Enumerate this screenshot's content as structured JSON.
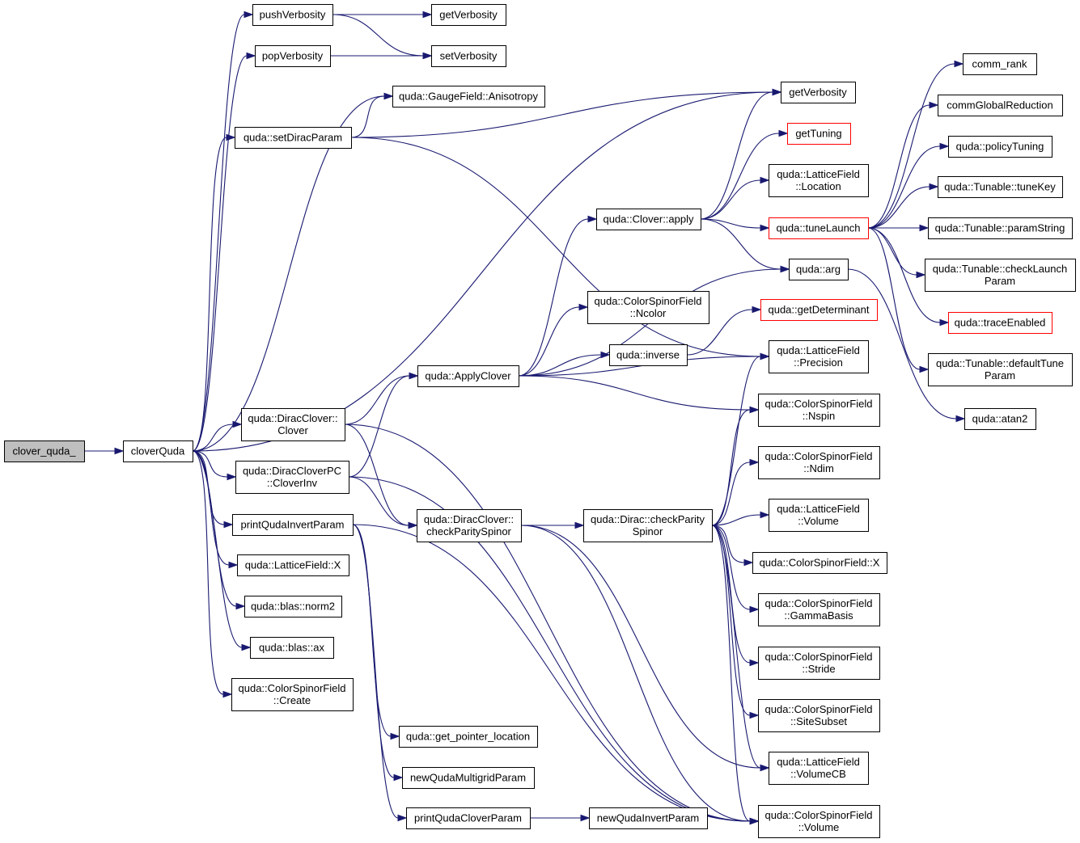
{
  "graph": {
    "colors": {
      "edge": "#191970",
      "node_border": "#000000",
      "node_border_truncated": "#ff0000",
      "root_fill": "#bfbfbf",
      "node_fill": "#ffffff"
    },
    "nodes": [
      {
        "id": "clover_quda_",
        "lines": [
          "clover_quda_"
        ],
        "root": true
      },
      {
        "id": "cloverQuda",
        "lines": [
          "cloverQuda"
        ]
      },
      {
        "id": "pushVerbosity",
        "lines": [
          "pushVerbosity"
        ]
      },
      {
        "id": "popVerbosity",
        "lines": [
          "popVerbosity"
        ]
      },
      {
        "id": "getVerbosity_a",
        "lines": [
          "getVerbosity"
        ]
      },
      {
        "id": "setVerbosity",
        "lines": [
          "setVerbosity"
        ]
      },
      {
        "id": "gf_anisotropy",
        "lines": [
          "quda::GaugeField::Anisotropy"
        ]
      },
      {
        "id": "setDiracParam",
        "lines": [
          "quda::setDiracParam"
        ]
      },
      {
        "id": "getVerbosity_b",
        "lines": [
          "getVerbosity"
        ]
      },
      {
        "id": "getTuning",
        "lines": [
          "getTuning"
        ],
        "red": true
      },
      {
        "id": "lf_location",
        "lines": [
          "quda::LatticeField",
          "::Location"
        ]
      },
      {
        "id": "clover_apply",
        "lines": [
          "quda::Clover::apply"
        ]
      },
      {
        "id": "tuneLaunch",
        "lines": [
          "quda::tuneLaunch"
        ],
        "red": true
      },
      {
        "id": "arg",
        "lines": [
          "quda::arg"
        ]
      },
      {
        "id": "csf_ncolor",
        "lines": [
          "quda::ColorSpinorField",
          "::Ncolor"
        ]
      },
      {
        "id": "getDeterminant",
        "lines": [
          "quda::getDeterminant"
        ],
        "red": true
      },
      {
        "id": "inverse",
        "lines": [
          "quda::inverse"
        ]
      },
      {
        "id": "lf_precision",
        "lines": [
          "quda::LatticeField",
          "::Precision"
        ]
      },
      {
        "id": "applyClover",
        "lines": [
          "quda::ApplyClover"
        ]
      },
      {
        "id": "csf_nspin",
        "lines": [
          "quda::ColorSpinorField",
          "::Nspin"
        ]
      },
      {
        "id": "diracClover",
        "lines": [
          "quda::DiracClover::",
          "Clover"
        ]
      },
      {
        "id": "diracCloverPC",
        "lines": [
          "quda::DiracCloverPC",
          "::CloverInv"
        ]
      },
      {
        "id": "csf_ndim",
        "lines": [
          "quda::ColorSpinorField",
          "::Ndim"
        ]
      },
      {
        "id": "printQudaInvertParam",
        "lines": [
          "printQudaInvertParam"
        ]
      },
      {
        "id": "dc_checkParity",
        "lines": [
          "quda::DiracClover::",
          "checkParitySpinor"
        ]
      },
      {
        "id": "dirac_checkParity",
        "lines": [
          "quda::Dirac::checkParity",
          "Spinor"
        ]
      },
      {
        "id": "lf_volume",
        "lines": [
          "quda::LatticeField",
          "::Volume"
        ]
      },
      {
        "id": "lf_x",
        "lines": [
          "quda::LatticeField::X"
        ]
      },
      {
        "id": "csf_x",
        "lines": [
          "quda::ColorSpinorField::X"
        ]
      },
      {
        "id": "norm2",
        "lines": [
          "quda::blas::norm2"
        ]
      },
      {
        "id": "csf_gammabasis",
        "lines": [
          "quda::ColorSpinorField",
          "::GammaBasis"
        ]
      },
      {
        "id": "blas_ax",
        "lines": [
          "quda::blas::ax"
        ]
      },
      {
        "id": "csf_stride",
        "lines": [
          "quda::ColorSpinorField",
          "::Stride"
        ]
      },
      {
        "id": "csf_create",
        "lines": [
          "quda::ColorSpinorField",
          "::Create"
        ]
      },
      {
        "id": "csf_sitesubset",
        "lines": [
          "quda::ColorSpinorField",
          "::SiteSubset"
        ]
      },
      {
        "id": "get_pointer_location",
        "lines": [
          "quda::get_pointer_location"
        ]
      },
      {
        "id": "lf_volumecb",
        "lines": [
          "quda::LatticeField",
          "::VolumeCB"
        ]
      },
      {
        "id": "newQudaMultigridParam",
        "lines": [
          "newQudaMultigridParam"
        ]
      },
      {
        "id": "printQudaCloverParam",
        "lines": [
          "printQudaCloverParam"
        ]
      },
      {
        "id": "newQudaInvertParam",
        "lines": [
          "newQudaInvertParam"
        ]
      },
      {
        "id": "csf_volume",
        "lines": [
          "quda::ColorSpinorField",
          "::Volume"
        ]
      },
      {
        "id": "comm_rank",
        "lines": [
          "comm_rank"
        ]
      },
      {
        "id": "commGlobalReduction",
        "lines": [
          "commGlobalReduction"
        ]
      },
      {
        "id": "policyTuning",
        "lines": [
          "quda::policyTuning"
        ]
      },
      {
        "id": "tunable_tuneKey",
        "lines": [
          "quda::Tunable::tuneKey"
        ]
      },
      {
        "id": "tunable_paramString",
        "lines": [
          "quda::Tunable::paramString"
        ]
      },
      {
        "id": "tunable_checkLaunch",
        "lines": [
          "quda::Tunable::checkLaunch",
          "Param"
        ]
      },
      {
        "id": "traceEnabled",
        "lines": [
          "quda::traceEnabled"
        ],
        "red": true
      },
      {
        "id": "tunable_defaultTune",
        "lines": [
          "quda::Tunable::defaultTune",
          "Param"
        ]
      },
      {
        "id": "atan2",
        "lines": [
          "quda::atan2"
        ]
      }
    ],
    "edges": [
      [
        "clover_quda_",
        "cloverQuda"
      ],
      [
        "cloverQuda",
        "pushVerbosity"
      ],
      [
        "cloverQuda",
        "popVerbosity"
      ],
      [
        "cloverQuda",
        "gf_anisotropy"
      ],
      [
        "cloverQuda",
        "setDiracParam"
      ],
      [
        "cloverQuda",
        "getVerbosity_b"
      ],
      [
        "cloverQuda",
        "diracClover"
      ],
      [
        "cloverQuda",
        "diracCloverPC"
      ],
      [
        "cloverQuda",
        "printQudaInvertParam"
      ],
      [
        "cloverQuda",
        "lf_x"
      ],
      [
        "cloverQuda",
        "norm2"
      ],
      [
        "cloverQuda",
        "blas_ax"
      ],
      [
        "cloverQuda",
        "csf_create"
      ],
      [
        "pushVerbosity",
        "getVerbosity_a"
      ],
      [
        "pushVerbosity",
        "setVerbosity"
      ],
      [
        "popVerbosity",
        "setVerbosity"
      ],
      [
        "setDiracParam",
        "gf_anisotropy"
      ],
      [
        "setDiracParam",
        "getVerbosity_b"
      ],
      [
        "setDiracParam",
        "lf_precision"
      ],
      [
        "clover_apply",
        "getVerbosity_b"
      ],
      [
        "clover_apply",
        "getTuning"
      ],
      [
        "clover_apply",
        "lf_location"
      ],
      [
        "clover_apply",
        "tuneLaunch"
      ],
      [
        "clover_apply",
        "arg"
      ],
      [
        "tuneLaunch",
        "comm_rank"
      ],
      [
        "tuneLaunch",
        "commGlobalReduction"
      ],
      [
        "tuneLaunch",
        "policyTuning"
      ],
      [
        "tuneLaunch",
        "tunable_tuneKey"
      ],
      [
        "tuneLaunch",
        "tunable_paramString"
      ],
      [
        "tuneLaunch",
        "tunable_checkLaunch"
      ],
      [
        "tuneLaunch",
        "traceEnabled"
      ],
      [
        "tuneLaunch",
        "tunable_defaultTune"
      ],
      [
        "arg",
        "atan2"
      ],
      [
        "applyClover",
        "clover_apply"
      ],
      [
        "applyClover",
        "arg"
      ],
      [
        "applyClover",
        "csf_ncolor"
      ],
      [
        "applyClover",
        "inverse"
      ],
      [
        "applyClover",
        "lf_precision"
      ],
      [
        "applyClover",
        "csf_nspin"
      ],
      [
        "inverse",
        "getDeterminant"
      ],
      [
        "diracClover",
        "applyClover"
      ],
      [
        "diracClover",
        "dc_checkParity"
      ],
      [
        "diracClover",
        "csf_volume"
      ],
      [
        "diracCloverPC",
        "applyClover"
      ],
      [
        "diracCloverPC",
        "dc_checkParity"
      ],
      [
        "diracCloverPC",
        "csf_volume"
      ],
      [
        "dc_checkParity",
        "dirac_checkParity"
      ],
      [
        "dc_checkParity",
        "lf_volumecb"
      ],
      [
        "dc_checkParity",
        "csf_volume"
      ],
      [
        "dirac_checkParity",
        "lf_precision"
      ],
      [
        "dirac_checkParity",
        "csf_nspin"
      ],
      [
        "dirac_checkParity",
        "csf_ndim"
      ],
      [
        "dirac_checkParity",
        "lf_volume"
      ],
      [
        "dirac_checkParity",
        "csf_x"
      ],
      [
        "dirac_checkParity",
        "csf_gammabasis"
      ],
      [
        "dirac_checkParity",
        "csf_stride"
      ],
      [
        "dirac_checkParity",
        "csf_sitesubset"
      ],
      [
        "dirac_checkParity",
        "lf_volumecb"
      ],
      [
        "dirac_checkParity",
        "csf_volume"
      ],
      [
        "printQudaInvertParam",
        "get_pointer_location"
      ],
      [
        "printQudaInvertParam",
        "newQudaMultigridParam"
      ],
      [
        "printQudaInvertParam",
        "printQudaCloverParam"
      ],
      [
        "printQudaInvertParam",
        "csf_volume"
      ],
      [
        "printQudaCloverParam",
        "newQudaInvertParam"
      ]
    ]
  }
}
